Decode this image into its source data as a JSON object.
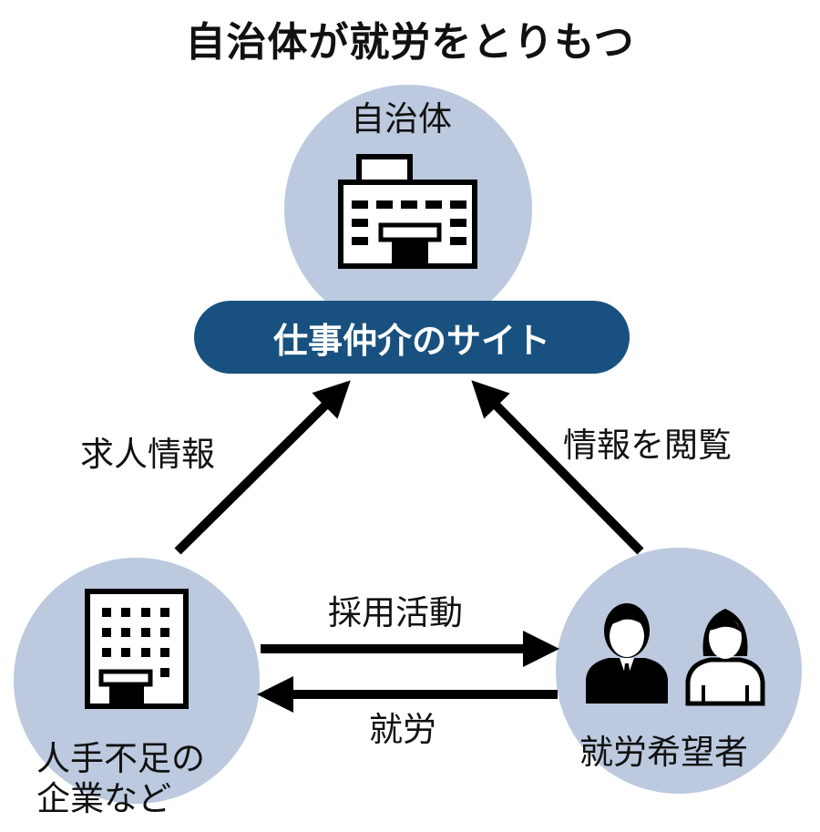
{
  "title": "自治体が就労をとりもつ",
  "colors": {
    "circle": "#bcc9df",
    "banner": "#18517f",
    "ink": "#000000"
  },
  "nodes": {
    "municipality": {
      "label": "自治体",
      "icon": "government-building-icon"
    },
    "site": {
      "label": "仕事仲介のサイト"
    },
    "companies": {
      "label_line1": "人手不足の",
      "label_line2": "企業など",
      "icon": "office-building-icon"
    },
    "job_seekers": {
      "label": "就労希望者",
      "icon": "people-icon"
    }
  },
  "edges": {
    "job_info": {
      "label": "求人情報",
      "from": "companies",
      "to": "site"
    },
    "browse_info": {
      "label": "情報を閲覧",
      "from": "job_seekers",
      "to": "site"
    },
    "recruiting": {
      "label": "採用活動",
      "from": "companies",
      "to": "job_seekers"
    },
    "employment": {
      "label": "就労",
      "from": "job_seekers",
      "to": "companies"
    }
  }
}
